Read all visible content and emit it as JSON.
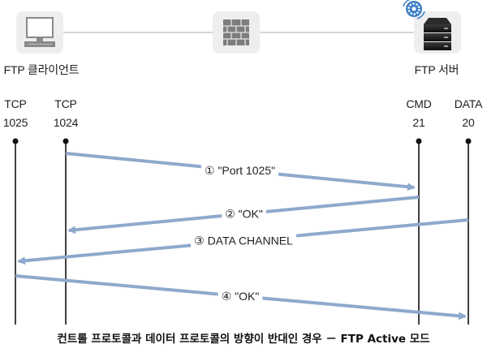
{
  "nodes": {
    "client_label": "FTP 클라이언트",
    "server_label": "FTP 서버"
  },
  "columns": [
    {
      "line1": "TCP",
      "line2": "1025"
    },
    {
      "line1": "TCP",
      "line2": "1024"
    },
    {
      "line1": "CMD",
      "line2": "21"
    },
    {
      "line1": "DATA",
      "line2": "20"
    }
  ],
  "messages": [
    {
      "label": "① \"Port 1025\""
    },
    {
      "label": "② \"OK\""
    },
    {
      "label": "③ DATA CHANNEL"
    },
    {
      "label": "④ \"OK\""
    }
  ],
  "caption": "컨트롤 프로토콜과 데이터 프로토콜의 방향이 반대인 경우 － FTP Active 모드",
  "colors": {
    "arrow": "#8ea9cc",
    "lifeline": "#111111",
    "icon_box": "#eeeeee",
    "connector": "#c8c8c8"
  }
}
